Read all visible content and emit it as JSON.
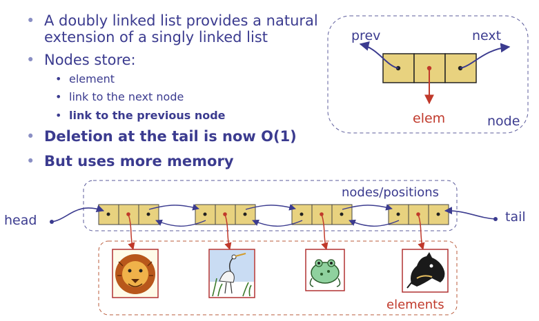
{
  "slide": {
    "bullets": [
      "A doubly linked list provides a natural",
      "extension of a singly linked list",
      "Nodes store:",
      "element",
      "link to the next node",
      "link to the previous node",
      "Deletion at the tail is now O(1)",
      "But uses more memory"
    ]
  },
  "node_diagram": {
    "prev": "prev",
    "next": "next",
    "elem": "elem",
    "node": "node"
  },
  "list_diagram": {
    "head": "head",
    "tail": "tail",
    "nodes_label": "nodes/positions",
    "elements_label": "elements",
    "element_images": [
      "lion-image",
      "heron-image",
      "frog-image",
      "horse-image"
    ]
  },
  "colors": {
    "text": "#3b3b8f",
    "node_fill": "#e8d27f",
    "arrow_red": "#c0392b",
    "dashed_blue": "#5b5b9b",
    "dashed_red": "#b85a3a"
  }
}
